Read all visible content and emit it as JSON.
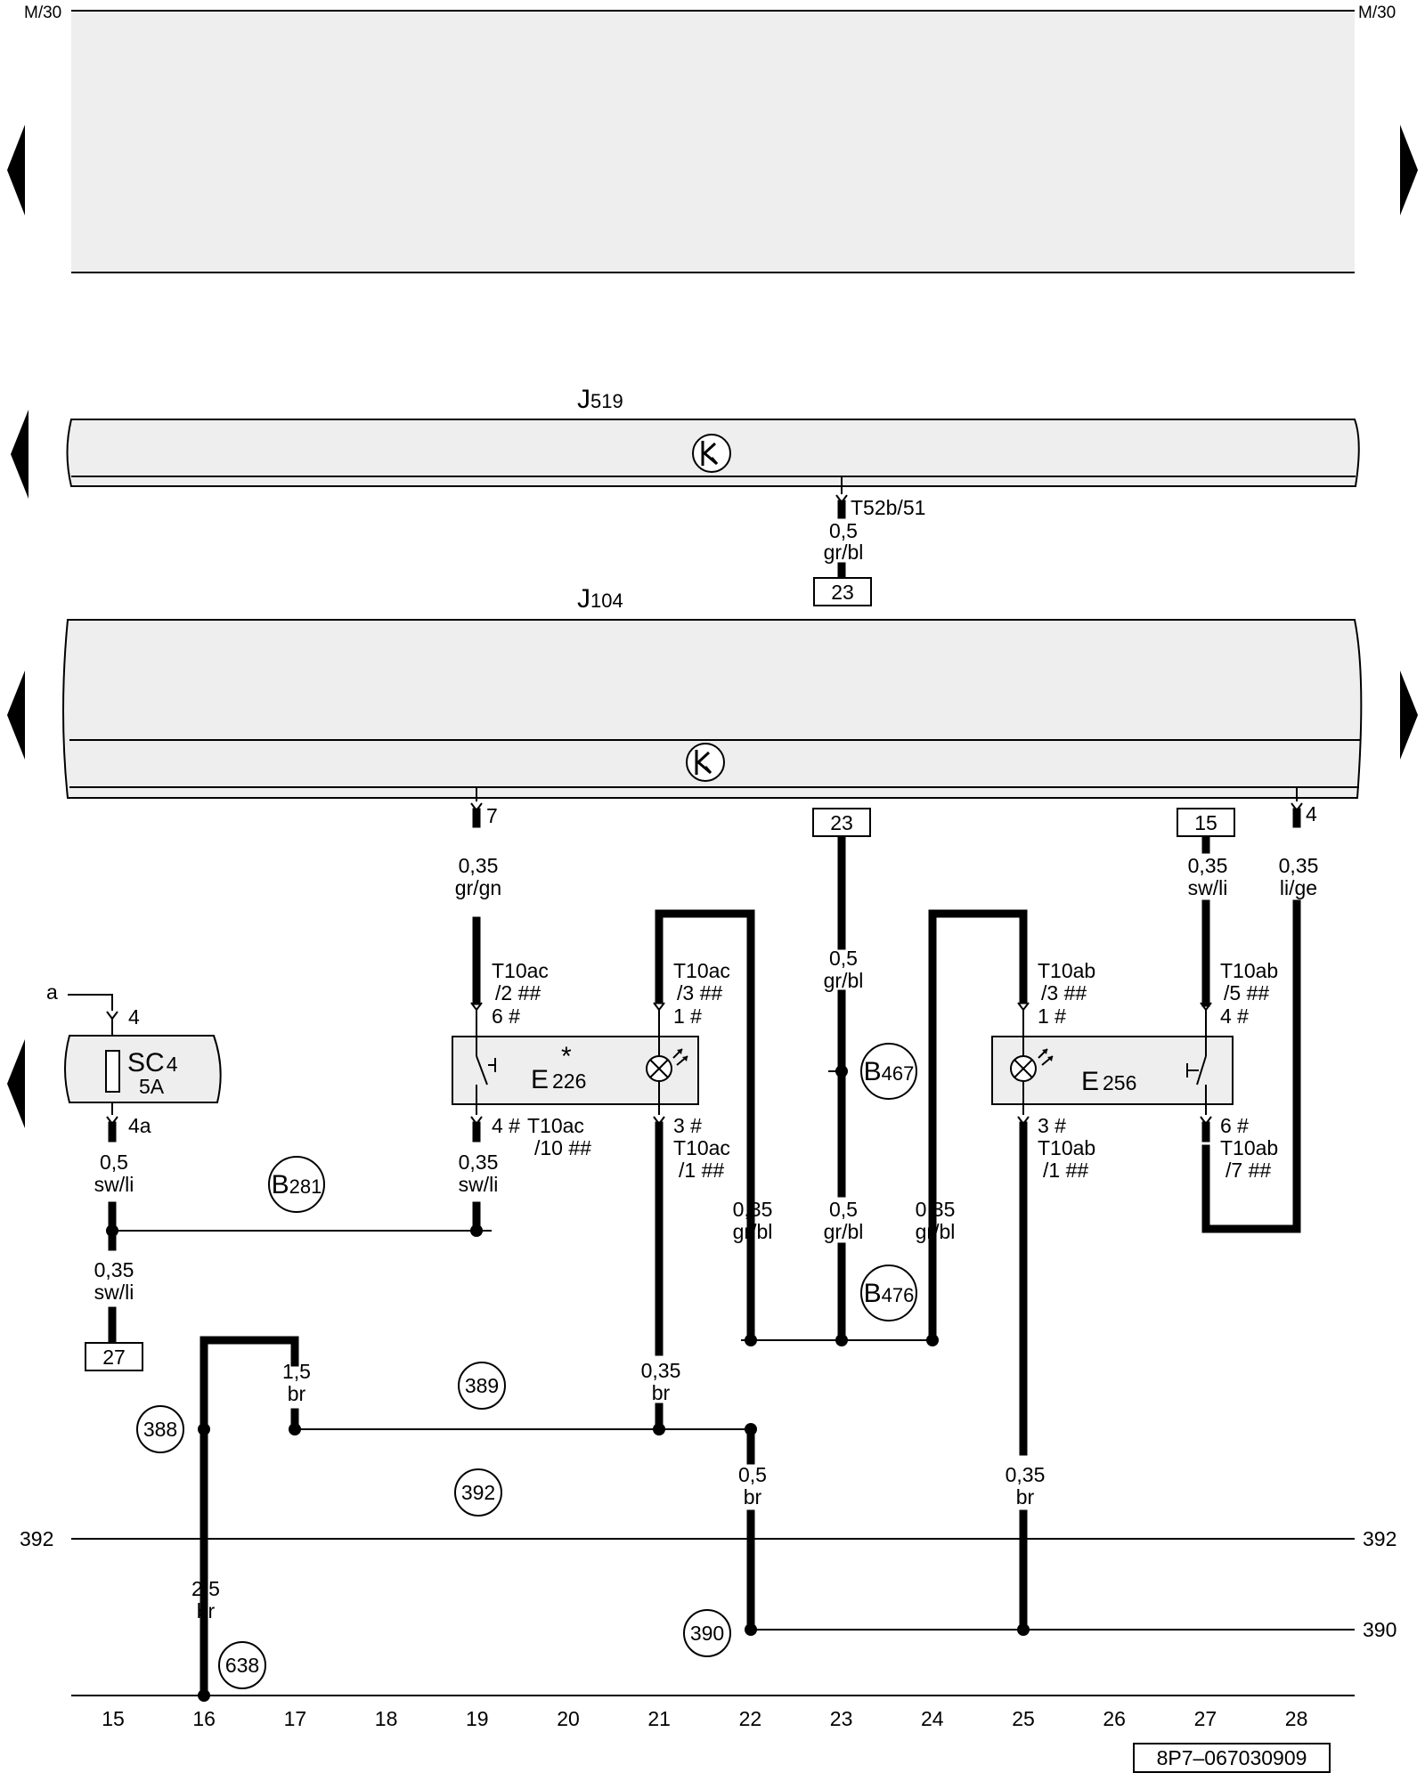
{
  "page": {
    "ref_top": "M/30",
    "document_code": "8P7–067030909"
  },
  "modules": {
    "j519": {
      "letter": "J",
      "number": "519"
    },
    "j104": {
      "letter": "J",
      "number": "104"
    }
  },
  "components": {
    "sc4": {
      "name": "SC",
      "num": "4",
      "rating": "5A",
      "pin_in": "4",
      "pin_out": "4a",
      "feed": "a"
    },
    "e226": {
      "letter": "E",
      "number": "226",
      "mark": "*"
    },
    "e256": {
      "letter": "E",
      "number": "256"
    }
  },
  "connectors": {
    "t52b": "T52b/51",
    "j104_pin7": "7",
    "j104_pin4": "4",
    "e226_sw_top": [
      "T10ac",
      "/2 ##",
      "6 #"
    ],
    "e226_sw_bot": [
      "4 #",
      "T10ac",
      "/10 ##"
    ],
    "e226_lamp_top": [
      "T10ac",
      "/3 ##",
      "1 #"
    ],
    "e226_lamp_bot": [
      "3 #",
      "T10ac",
      "/1 ##"
    ],
    "e256_lamp_top": [
      "T10ab",
      "/3 ##",
      "1 #"
    ],
    "e256_lamp_bot": [
      "3 #",
      "T10ab",
      "/1 ##"
    ],
    "e256_sw_top": [
      "T10ab",
      "/5 ##",
      "4 #"
    ],
    "e256_sw_bot": [
      "6 #",
      "T10ab",
      "/7 ##"
    ]
  },
  "wires": {
    "t52b": [
      "0,5",
      "gr/bl"
    ],
    "j104_7": [
      "0,35",
      "gr/gn"
    ],
    "c23_main": [
      "0,5",
      "gr/bl"
    ],
    "c15": [
      "0,35",
      "sw/li"
    ],
    "j104_4": [
      "0,35",
      "li/ge"
    ],
    "sc4_out": [
      "0,5",
      "sw/li"
    ],
    "e226_sw_out": [
      "0,35",
      "sw/li"
    ],
    "sw_to27": [
      "0,35",
      "sw/li"
    ],
    "loop_left": [
      "0,35",
      "gr/bl"
    ],
    "c23_lower": [
      "0,5",
      "gr/bl"
    ],
    "loop_right": [
      "0,35",
      "gr/bl"
    ],
    "br15": [
      "1,5",
      "br"
    ],
    "e226_lamp_out": [
      "0,35",
      "br"
    ],
    "br05": [
      "0,5",
      "br"
    ],
    "e256_lamp_out": [
      "0,35",
      "br"
    ],
    "br25": [
      "2,5",
      "br"
    ]
  },
  "refs": {
    "c23_top": "23",
    "c23_mid": "23",
    "c15": "15",
    "c27": "27"
  },
  "points": {
    "b281": {
      "letter": "B",
      "number": "281"
    },
    "b467": {
      "letter": "B",
      "number": "467"
    },
    "b476": {
      "letter": "B",
      "number": "476"
    },
    "n388": "388",
    "n389": "389",
    "n392": "392",
    "n390": "390",
    "n638": "638"
  },
  "rails": {
    "r392": "392",
    "r390": "390"
  },
  "tracks": [
    "15",
    "16",
    "17",
    "18",
    "19",
    "20",
    "21",
    "22",
    "23",
    "24",
    "25",
    "26",
    "27",
    "28"
  ]
}
